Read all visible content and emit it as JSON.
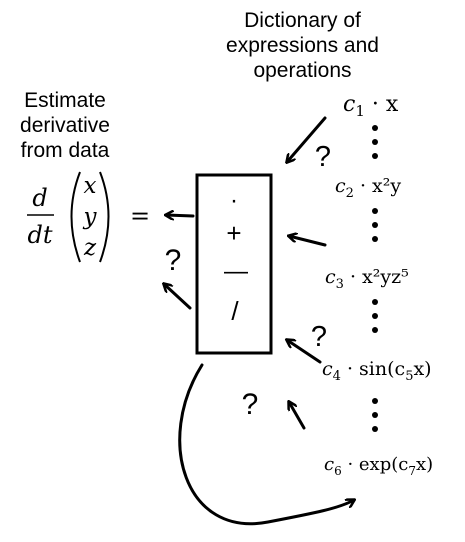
{
  "heading_dictionary": [
    "Dictionary of",
    "expressions and",
    "operations"
  ],
  "heading_estimate": [
    "Estimate",
    "derivative",
    "from data"
  ],
  "derivative": {
    "d_num": "d",
    "d_den": "dt",
    "vector": [
      "x",
      "y",
      "z"
    ],
    "equals": "="
  },
  "operators": [
    "·",
    "+",
    "—",
    "/"
  ],
  "question_mark": "?",
  "dictionary_terms": [
    {
      "coef": "c",
      "sub": "1",
      "rest": " · x"
    },
    {
      "coef": "c",
      "sub": "2",
      "rest": " · x²y"
    },
    {
      "coef": "c",
      "sub": "3",
      "rest": " · x²yz⁵"
    },
    {
      "coef": "c",
      "sub": "4",
      "rest": " · sin(c",
      "sub2": "5",
      "rest2": "x)"
    },
    {
      "coef": "c",
      "sub": "6",
      "rest": " · exp(c",
      "sub2": "7",
      "rest2": "x)"
    }
  ]
}
